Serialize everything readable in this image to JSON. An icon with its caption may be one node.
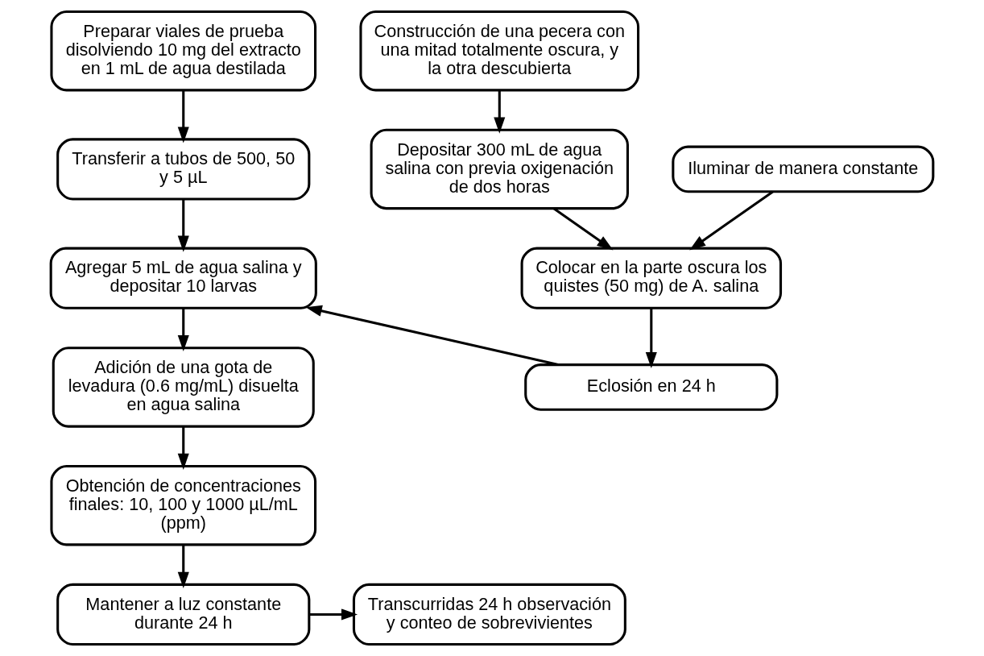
{
  "diagram": {
    "nodes": [
      {
        "text": [
          "Preparar viales de prueba disolviendo 10 mg del extracto en 1 mL de agua destilada"
        ]
      },
      {
        "text": [
          "Transferir a tubos de 500, 50 y 5 µL"
        ]
      },
      {
        "text": [
          "Agregar 5 mL de agua salina y depositar 10 larvas"
        ]
      },
      {
        "text": [
          "Adición de una gota de levadura (0.6 mg/mL) disuelta en agua salina"
        ]
      },
      {
        "text": [
          "Obtención de concentraciones finales: 10, 100 y 1000 µL/mL (ppm)"
        ]
      },
      {
        "text": [
          "Mantener a luz constante durante 24 h"
        ]
      },
      {
        "text": [
          "Transcurridas 24 h observación y conteo de sobrevivientes"
        ]
      },
      {
        "text": [
          "Construcción de una pecera con una mitad totalmente oscura, y la otra descubierta"
        ]
      },
      {
        "text": [
          "Depositar 300 mL de agua salina con previa oxigenación de dos horas"
        ]
      },
      {
        "text": [
          "Iluminar de manera constante"
        ]
      },
      {
        "text": [
          "Colocar en la parte oscura los quistes (50 mg) de A. salina"
        ]
      },
      {
        "text": [
          "Eclosión en 24 h"
        ]
      }
    ],
    "edges": [
      {
        "from": 0,
        "to": 1,
        "arrow": "to"
      },
      {
        "from": 1,
        "to": 2,
        "arrow": "to"
      },
      {
        "from": 2,
        "to": 3,
        "arrow": "to"
      },
      {
        "from": 3,
        "to": 4,
        "arrow": "to"
      },
      {
        "from": 4,
        "to": 5,
        "arrow": "to"
      },
      {
        "from": 5,
        "to": 6,
        "arrow": "to"
      },
      {
        "from": 7,
        "to": 8,
        "arrow": "to"
      },
      {
        "from": 8,
        "to": 10,
        "arrow": "to"
      },
      {
        "from": 9,
        "to": 10,
        "arrow": "to"
      },
      {
        "from": 10,
        "to": 11,
        "arrow": "to"
      },
      {
        "from": 11,
        "to": 2,
        "arrow": "to"
      }
    ]
  }
}
